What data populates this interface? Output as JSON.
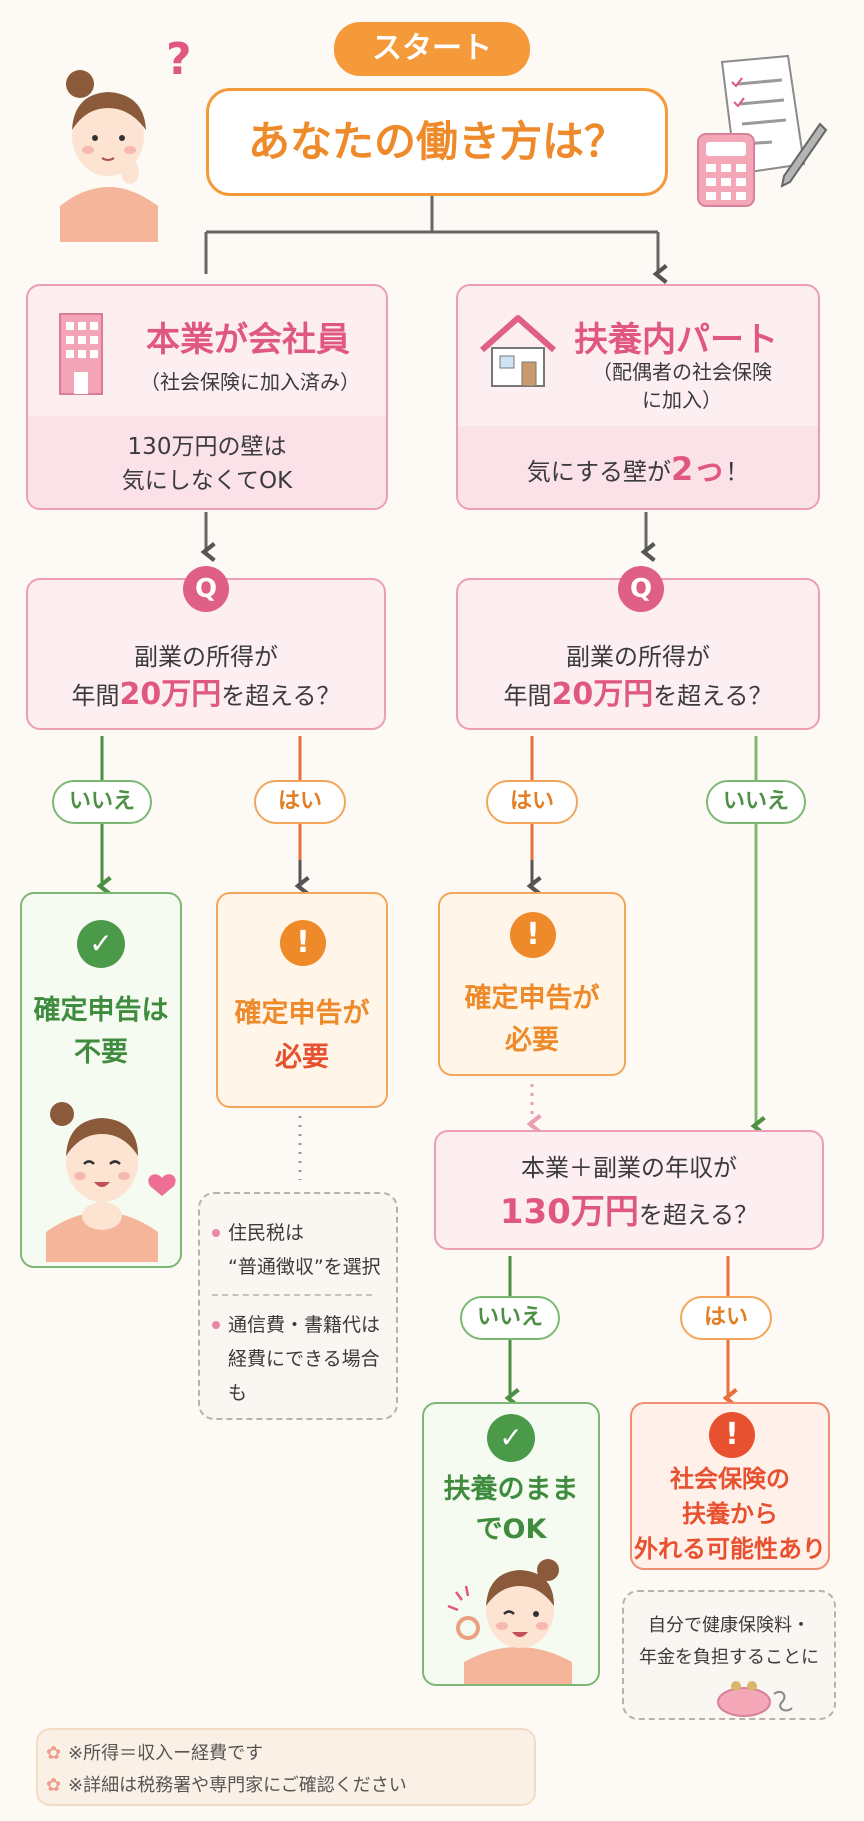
{
  "start": {
    "badge": "スタート",
    "question": "あなたの働き方は？"
  },
  "left_branch": {
    "title": "本業が会社員",
    "subtitle": "（社会保険に加入済み）",
    "note_line1": "130万円の壁は",
    "note_line2": "気にしなくてOK",
    "q_badge": "Q",
    "q_line1": "副業の所得が",
    "q_line2_prefix": "年間",
    "q_line2_highlight": "20万円",
    "q_line2_suffix": "を超える？",
    "no_label": "いいえ",
    "yes_label": "はい",
    "no_result_line1": "確定申告は",
    "no_result_line2": "不要",
    "yes_result_line1": "確定申告が",
    "yes_result_line2": "必要",
    "tips": [
      {
        "line1": "住民税は",
        "line2": "“普通徴収”を選択"
      },
      {
        "line1": "通信費・書籍代は",
        "line2": "経費にできる場合も"
      }
    ]
  },
  "right_branch": {
    "title": "扶養内パート",
    "subtitle_line1": "（配偶者の社会保険",
    "subtitle_line2": "に加入）",
    "note_prefix": "気にする壁が",
    "note_highlight": "2っ",
    "note_suffix": "！",
    "q_badge": "Q",
    "q_line1": "副業の所得が",
    "q_line2_prefix": "年間",
    "q_line2_highlight": "20万円",
    "q_line2_suffix": "を超える？",
    "yes_label": "はい",
    "no_label": "いいえ",
    "yes_result_line1": "確定申告が",
    "yes_result_line2": "必要",
    "q2_line1": "本業＋副業の年収が",
    "q2_line2_highlight": "130万円",
    "q2_line2_suffix": "を超える？",
    "q2_no_label": "いいえ",
    "q2_yes_label": "はい",
    "q2_no_result_line1": "扶養のまま",
    "q2_no_result_line2": "でOK",
    "q2_yes_result_line1": "社会保険の",
    "q2_yes_result_line2": "扶養から",
    "q2_yes_result_line3": "外れる可能性あり",
    "q2_yes_note_line1": "自分で健康保険料・",
    "q2_yes_note_line2": "年金を負担することに"
  },
  "footer": {
    "notes": [
      "※所得＝収入ー経費です",
      "※詳細は税務署や専門家にご確認ください"
    ]
  },
  "icons": {
    "start_badge": "question-mark-icon",
    "left": "office-building-icon",
    "right": "house-icon",
    "check": "check-icon",
    "alert": "exclamation-icon",
    "decor": [
      "calculator-icon",
      "document-icon",
      "pen-icon",
      "heart-icon",
      "coin-purse-icon",
      "flower-icon"
    ]
  },
  "colors": {
    "pink": "#e0577f",
    "green": "#4b9a4a",
    "orange": "#ef8a2a",
    "red": "#e8512f",
    "start": "#f59a3a"
  }
}
